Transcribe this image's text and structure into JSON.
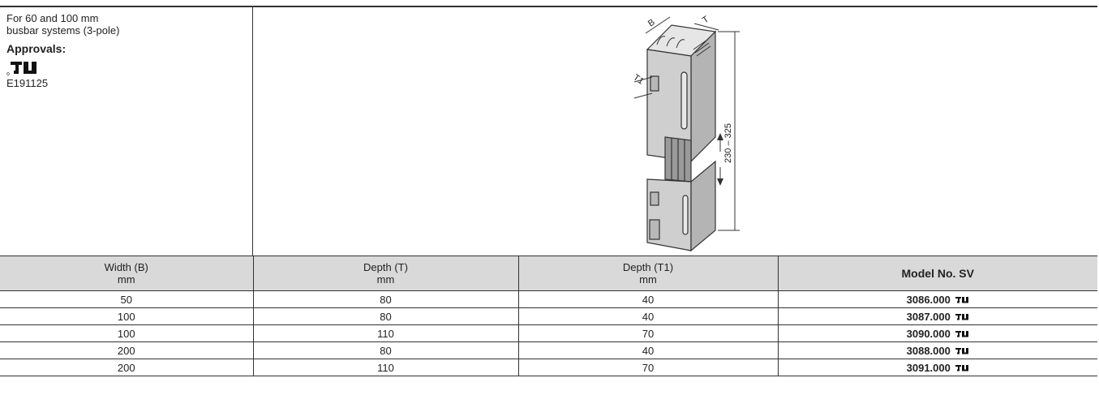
{
  "info": {
    "intro": "For 60 and 100 mm\nbusbar systems (3-pole)",
    "approvals_label": "Approvals:",
    "approval_icon": "ul-recognized-icon",
    "cert_number": "E191125"
  },
  "drawing": {
    "label_b": "B",
    "label_t": "T",
    "label_t1": "T1",
    "label_range": "230 – 325"
  },
  "table": {
    "headers": [
      {
        "line1": "Width (B)",
        "line2": "mm"
      },
      {
        "line1": "Depth (T)",
        "line2": "mm"
      },
      {
        "line1": "Depth (T1)",
        "line2": "mm"
      },
      {
        "line1": "Model No. SV",
        "line2": ""
      }
    ],
    "rows": [
      {
        "width": "50",
        "depth_t": "80",
        "depth_t1": "40",
        "model": "3086.000"
      },
      {
        "width": "100",
        "depth_t": "80",
        "depth_t1": "40",
        "model": "3087.000"
      },
      {
        "width": "100",
        "depth_t": "110",
        "depth_t1": "70",
        "model": "3090.000"
      },
      {
        "width": "200",
        "depth_t": "80",
        "depth_t1": "40",
        "model": "3088.000"
      },
      {
        "width": "200",
        "depth_t": "110",
        "depth_t1": "70",
        "model": "3091.000"
      }
    ]
  }
}
